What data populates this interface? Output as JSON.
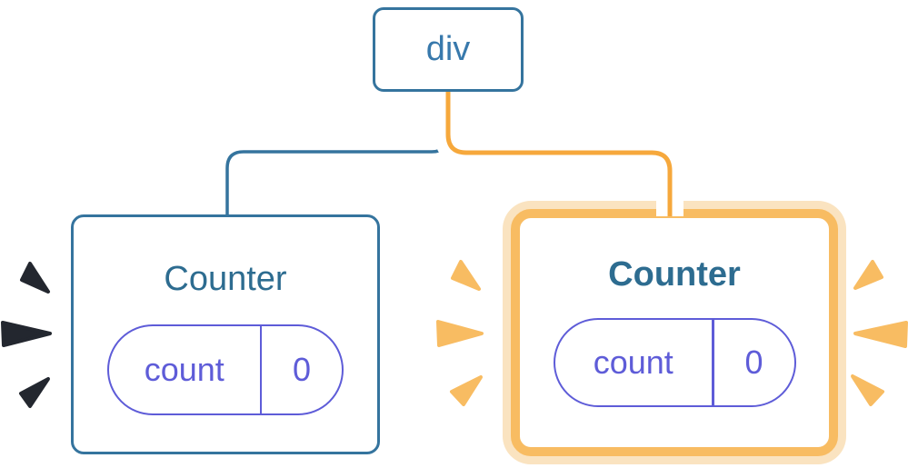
{
  "diagram": {
    "root_label": "div",
    "left_counter": {
      "title": "Counter",
      "state_key": "count",
      "state_value": "0"
    },
    "right_counter": {
      "title": "Counter",
      "state_key": "count",
      "state_value": "0"
    }
  },
  "colors": {
    "blue": "#35749E",
    "blue_text": "#3879AC",
    "teal_title": "#2D6C90",
    "purple": "#5E5CD8",
    "orange": "#F6A83C",
    "orange_border": "#F8BC62",
    "peach": "#FAE3C0",
    "burst_dark": "#23272F",
    "burst_orange": "#F8BC62"
  }
}
